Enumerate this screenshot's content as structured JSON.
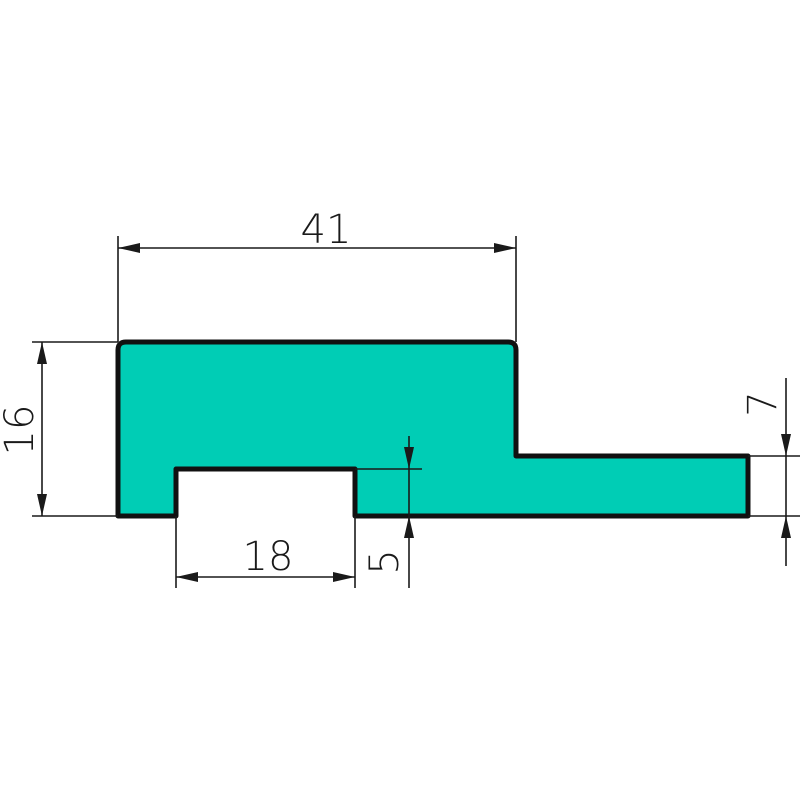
{
  "profile": {
    "fill_color": "#00cdb5",
    "outline_color": "#111111"
  },
  "dimensions": {
    "overall_width": "41",
    "height": "16",
    "groove_width": "18",
    "groove_depth": "5",
    "lip_thickness": "7"
  }
}
